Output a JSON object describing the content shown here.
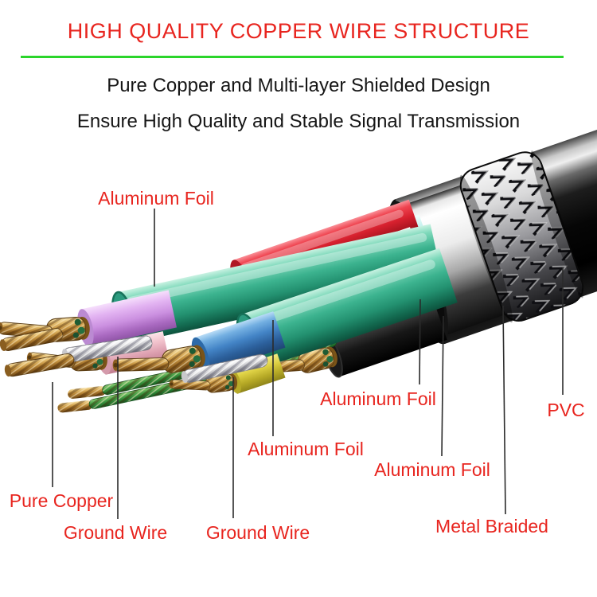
{
  "header": {
    "title": "HIGH QUALITY COPPER WIRE STRUCTURE",
    "subtitle_line1": "Pure Copper and Multi-layer Shielded Design",
    "subtitle_line2": "Ensure High Quality and Stable Signal Transmission",
    "title_color": "#e8251f",
    "divider_color": "#2bd52b",
    "subtitle_color": "#161616"
  },
  "diagram": {
    "type": "cable-cutaway-illustration",
    "label_color": "#e8251f",
    "leader_line_color": "#2b2b2b",
    "labels": [
      {
        "id": "aluminum-foil-top",
        "text": "Aluminum Foil"
      },
      {
        "id": "pure-copper",
        "text": "Pure Copper"
      },
      {
        "id": "ground-wire-left",
        "text": "Ground Wire"
      },
      {
        "id": "ground-wire-right",
        "text": "Ground Wire"
      },
      {
        "id": "aluminum-foil-left",
        "text": "Aluminum Foil"
      },
      {
        "id": "aluminum-foil-center",
        "text": "Aluminum Foil"
      },
      {
        "id": "aluminum-foil-right",
        "text": "Aluminum Foil"
      },
      {
        "id": "metal-braided",
        "text": "Metal Braided"
      },
      {
        "id": "pvc",
        "text": "PVC"
      }
    ],
    "materials": {
      "pvc_jacket": "#0a0a0a",
      "metal_braid": "#c0c0c4",
      "aluminum_foil_outer": "#e8e8e8",
      "aluminum_foil_bundle": "#8fd9d9",
      "aluminum_foil_subcable": "#35ad8c",
      "pure_copper": "#c3913f",
      "ground_wire_silver": "#e8e8ea",
      "wire_red": "#d6202e",
      "wire_white": "#f2f2f2",
      "wire_green": "#4aaa39",
      "wire_blue": "#4384c6",
      "wire_lilac": "#cb90e0",
      "wire_pink": "#f2c3cd",
      "wire_yellow": "#ddd043",
      "wire_black": "#171717"
    }
  }
}
